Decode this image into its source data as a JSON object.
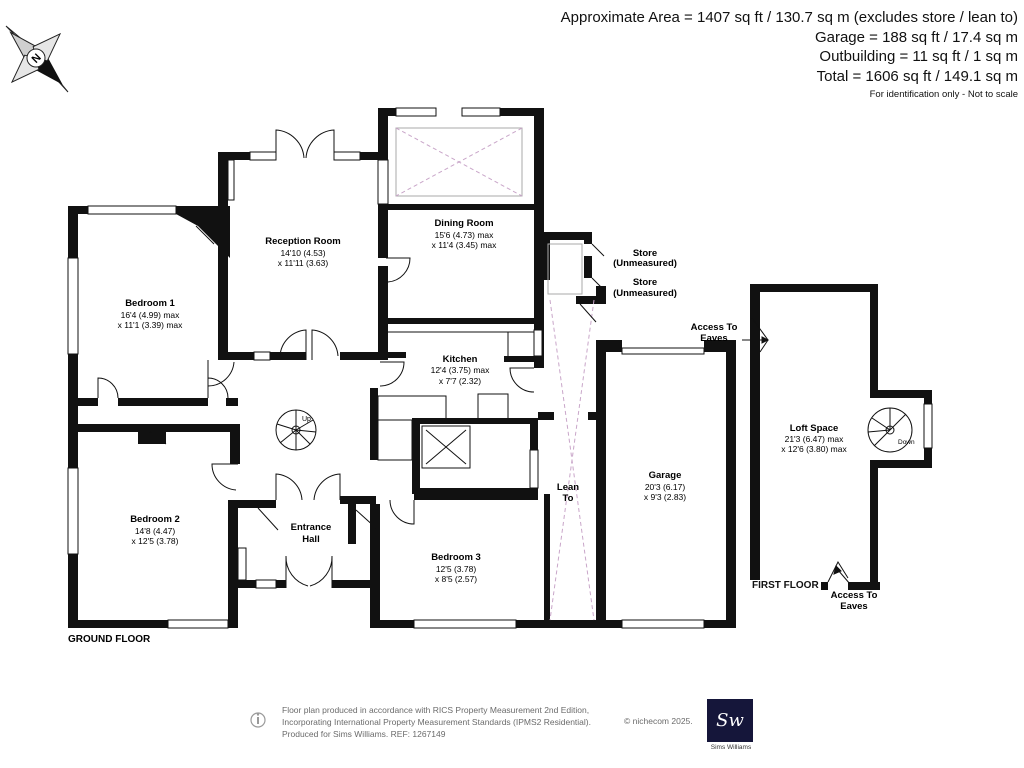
{
  "summary": {
    "lines": [
      "Approximate Area = 1407 sq ft / 130.7 sq m (excludes store / lean to)",
      "Garage = 188 sq ft / 17.4 sq m",
      "Outbuilding = 11 sq ft / 1 sq m",
      "Total = 1606 sq ft / 149.1 sq m"
    ],
    "note": "For identification only - Not to scale"
  },
  "compass": {
    "label": "N"
  },
  "rooms": {
    "bedroom1": {
      "name": "Bedroom 1",
      "dims": [
        "16'4 (4.99) max",
        "x 11'1 (3.39) max"
      ]
    },
    "reception": {
      "name": "Reception Room",
      "dims": [
        "14'10 (4.53)",
        "x 11'11 (3.63)"
      ]
    },
    "dining": {
      "name": "Dining Room",
      "dims": [
        "15'6 (4.73) max",
        "x 11'4 (3.45) max"
      ]
    },
    "kitchen": {
      "name": "Kitchen",
      "dims": [
        "12'4 (3.75) max",
        "x 7'7 (2.32)"
      ]
    },
    "bedroom2": {
      "name": "Bedroom 2",
      "dims": [
        "14'8 (4.47)",
        "x 12'5 (3.78)"
      ]
    },
    "hall": {
      "name": [
        "Entrance",
        "Hall"
      ]
    },
    "bedroom3": {
      "name": "Bedroom 3",
      "dims": [
        "12'5 (3.78)",
        "x 8'5 (2.57)"
      ]
    },
    "leanto": {
      "name": [
        "Lean",
        "To"
      ]
    },
    "garage": {
      "name": "Garage",
      "dims": [
        "20'3 (6.17)",
        "x 9'3 (2.83)"
      ]
    },
    "store1": {
      "name": [
        "Store",
        "(Unmeasured)"
      ]
    },
    "store2": {
      "name": [
        "Store",
        "(Unmeasured)"
      ]
    },
    "loft": {
      "name": "Loft Space",
      "dims": [
        "21'3 (6.47) max",
        "x 12'6 (3.80) max"
      ]
    }
  },
  "stairs": {
    "up": "Up",
    "down": "Down"
  },
  "labels": {
    "access_eaves_top": [
      "Access To",
      "Eaves"
    ],
    "access_eaves_bottom": [
      "Access To",
      "Eaves"
    ],
    "ground_floor": "GROUND FLOOR",
    "first_floor": "FIRST FLOOR"
  },
  "footer": {
    "lines": [
      "Floor plan produced in accordance with RICS Property Measurement 2nd Edition,",
      "Incorporating International Property Measurement Standards (IPMS2 Residential).",
      "Produced for Sims Williams.   REF: 1267149"
    ],
    "copyright": "© nichecom 2025.",
    "logo_text": "Sw",
    "logo_caption": "Sims Williams"
  }
}
